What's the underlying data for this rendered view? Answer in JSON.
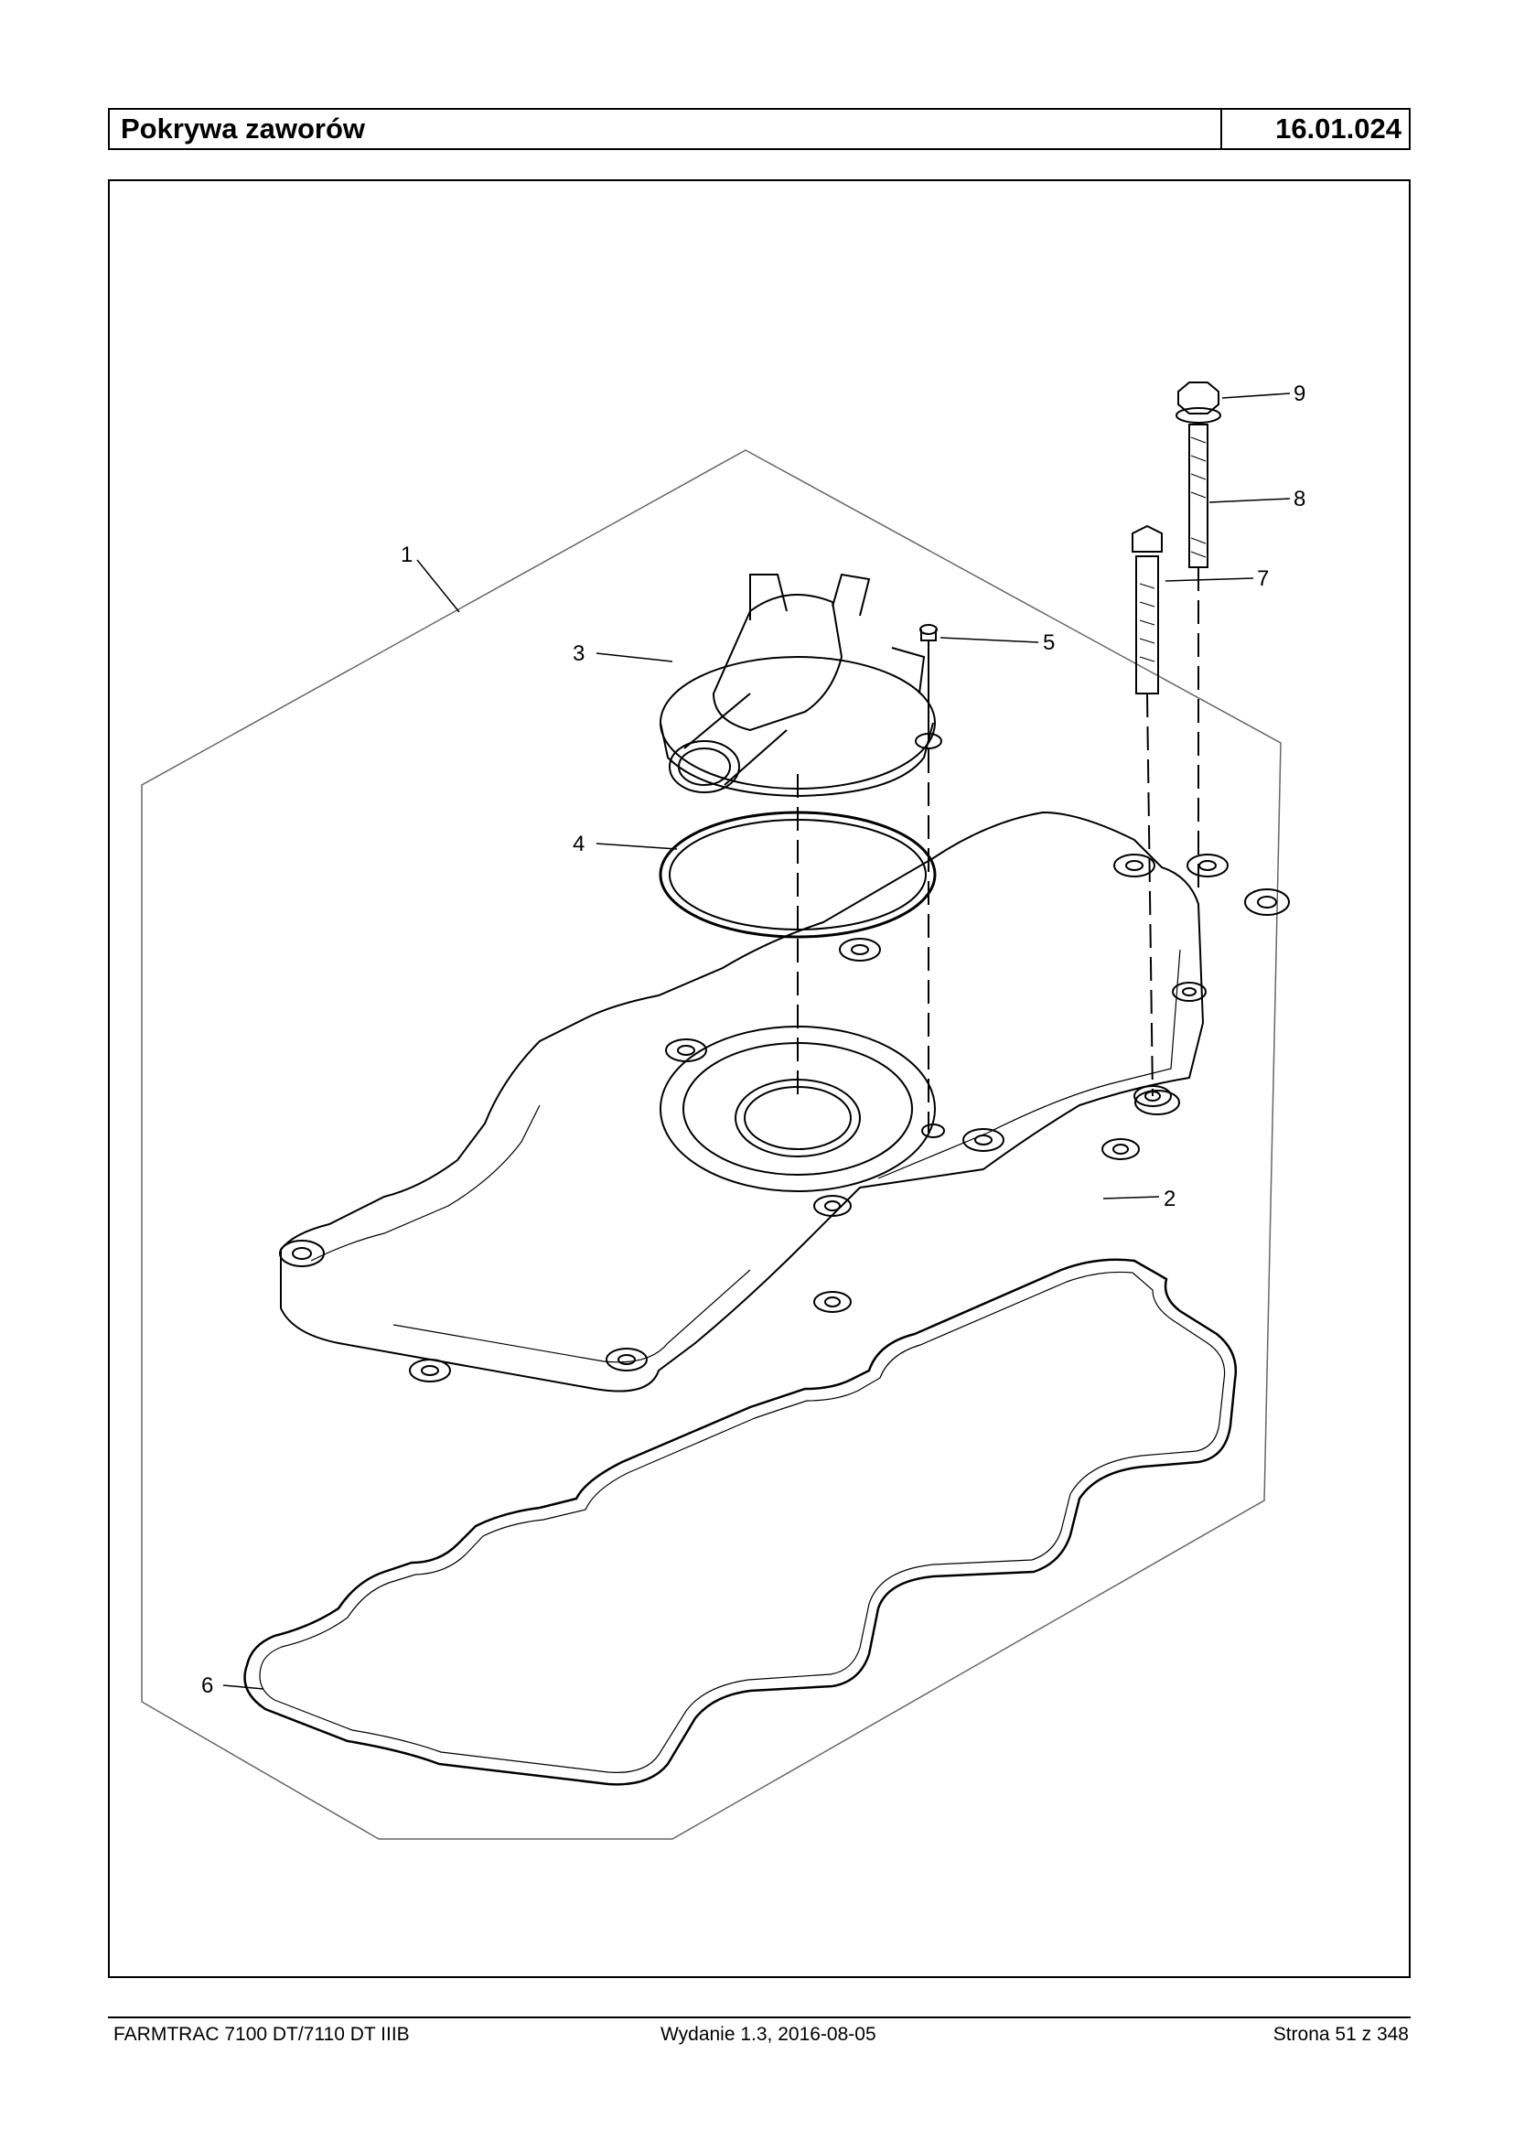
{
  "header": {
    "title": "Pokrywa zaworów",
    "code": "16.01.024"
  },
  "callouts": [
    "1",
    "2",
    "3",
    "4",
    "5",
    "6",
    "7",
    "8",
    "9"
  ],
  "footer": {
    "model": "FARMTRAC 7100 DT/7110 DT IIIB",
    "edition": "Wydanie 1.3,  2016-08-05",
    "page": "Strona 51 z 348"
  }
}
